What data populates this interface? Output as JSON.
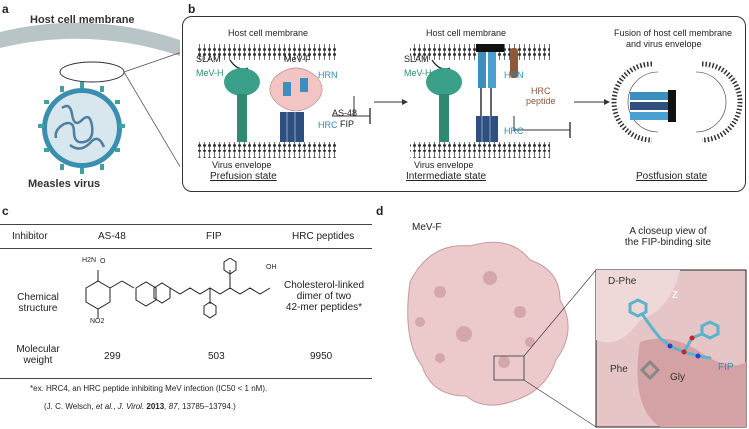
{
  "panel_a": {
    "letter": "a",
    "membrane_label": "Host cell membrane",
    "virus_label": "Measles virus"
  },
  "panel_b": {
    "letter": "b",
    "prefusion": {
      "top_membrane": "Host cell membrane",
      "slam": "SLAM",
      "mev_h": "MeV-H",
      "mev_f": "MeV-F",
      "hrn": "HRN",
      "hrc": "HRC",
      "inhibitor_a": "AS-48",
      "inhibitor_b": "FIP",
      "bottom_membrane": "Virus envelope",
      "state": "Prefusion state"
    },
    "intermediate": {
      "top_membrane": "Host cell membrane",
      "slam": "SLAM",
      "mev_h": "MeV-H",
      "hrn": "HRN",
      "hrc": "HRC",
      "peptide_a": "HRC",
      "peptide_b": "peptide",
      "bottom_membrane": "Virus envelope",
      "state": "Intermediate state"
    },
    "postfusion": {
      "title_a": "Fusion of host cell membrane",
      "title_b": "and virus envelope",
      "state": "Postfusion state"
    }
  },
  "panel_c": {
    "letter": "c",
    "headers": [
      "Inhibitor",
      "AS-48",
      "FIP",
      "HRC peptides"
    ],
    "row1_label_a": "Chemical",
    "row1_label_b": "structure",
    "hrc_structure_a": "Cholesterol-linked",
    "hrc_structure_b": "dimer of two",
    "hrc_structure_c": "42-mer peptides*",
    "row2_label_a": "Molecular",
    "row2_label_b": "weight",
    "weights": [
      "299",
      "503",
      "9950"
    ],
    "footnote": "*ex. HRC4, an HRC peptide inhibiting MeV infection (IC50 < 1 nM).",
    "ref_a": "(J. C. Welsch, ",
    "ref_italic": "et al.",
    "ref_b": ", ",
    "ref_journal": "J. Virol.",
    "ref_year": " 2013",
    "ref_vol": ", 87",
    "ref_pages": ", 13785–13794.)",
    "as48_nh2": "H2N",
    "as48_o": "O",
    "as48_no2": "NO2",
    "fip_oh": "OH"
  },
  "panel_d": {
    "letter": "d",
    "protein_label": "MeV-F",
    "closeup_title_a": "A closeup view of",
    "closeup_title_b": "the FIP-binding site",
    "dphe": "D-Phe",
    "z": "Z",
    "phe": "Phe",
    "gly": "Gly",
    "fip": "FIP"
  }
}
